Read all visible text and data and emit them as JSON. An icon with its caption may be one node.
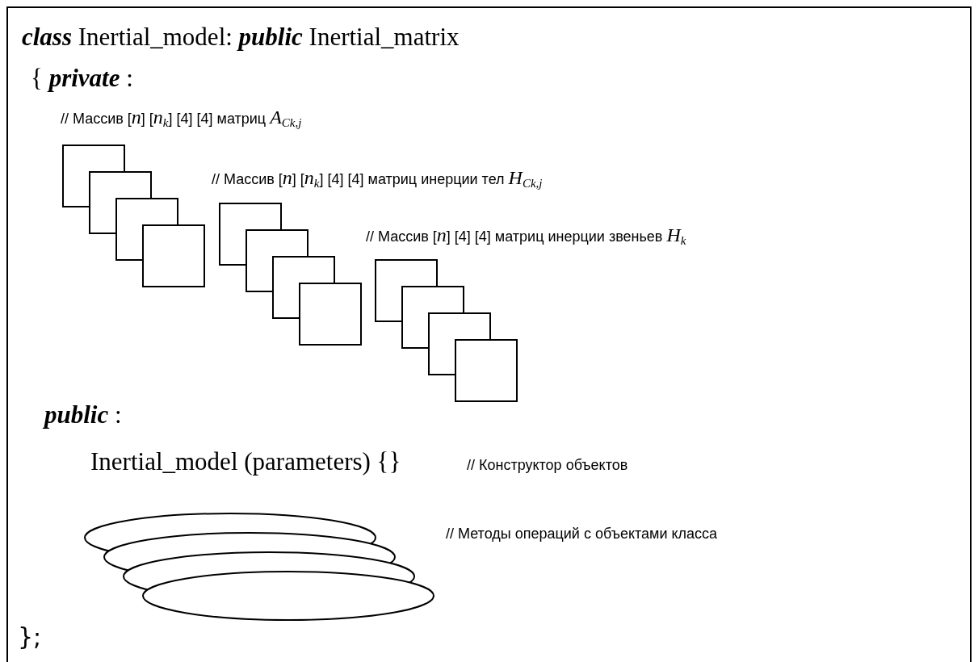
{
  "diagram": {
    "labels": [
      "**class** Inertial_model: **public** Inertial_matrix",
      "{ **private** :",
      "// Массив [*n*] [*n*$_{k}$] [4] [4] матриц *A*$_{Ck,j}$",
      "// Массив [*n*] [*n*$_{k}$] [4] [4] матриц инерции тел *H*$_{Ck,j}$",
      "// Массив [*n*] [4] [4] матриц инерции звеньев *H*$_{k}$",
      "**public** :",
      "Inertial_model (parameters) {}",
      "// Конструктор объектов",
      "// Методы операций с объектами класса",
      "};"
    ]
  }
}
